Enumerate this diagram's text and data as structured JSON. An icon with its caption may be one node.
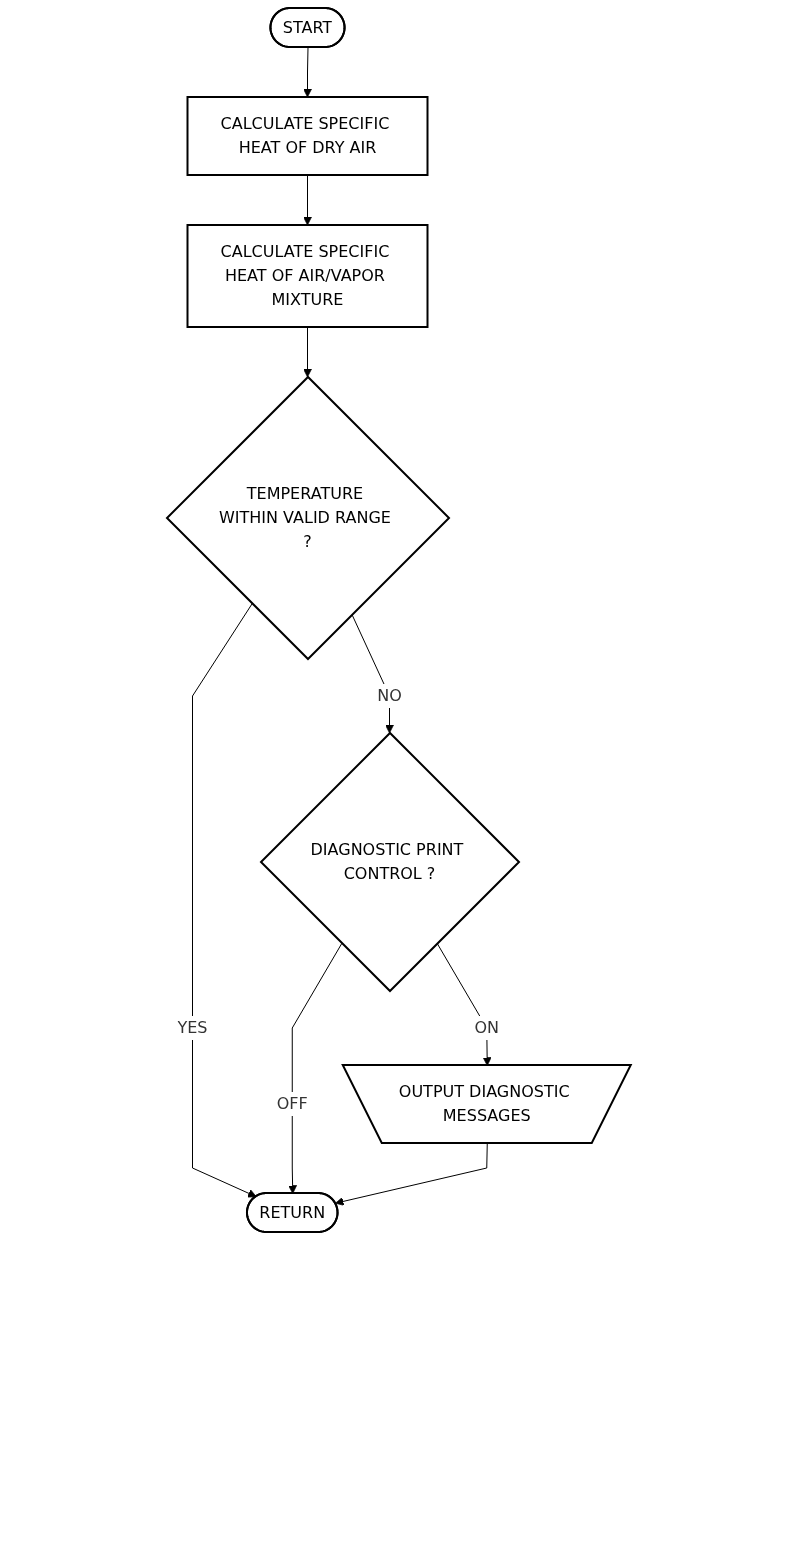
{
  "diagram": {
    "nodes": [
      {
        "text": [
          "START"
        ]
      },
      {
        "text": [
          "CALCULATE SPECIFIC HEAT OF DRY AIR"
        ]
      },
      {
        "text": [
          "CALCULATE SPECIFIC HEAT OF AIR/VAPOR MIXTURE"
        ]
      },
      {
        "text": [
          "TEMPERATURE WITHIN VALID RANGE ?"
        ]
      },
      {
        "text": [
          "DIAGNOSTIC PRINT CONTROL ?"
        ]
      },
      {
        "text": [
          "OUTPUT DIAGNOSTIC MESSAGES"
        ]
      },
      {
        "text": [
          "RETURN"
        ]
      }
    ],
    "edges": [
      {
        "from": 0,
        "to": 1,
        "arrow": "to"
      },
      {
        "from": 1,
        "to": 2,
        "arrow": "to"
      },
      {
        "from": 2,
        "to": 3,
        "arrow": "to"
      },
      {
        "from": 3,
        "to": 4,
        "arrow": "to",
        "label": "NO"
      },
      {
        "from": 3,
        "to": 6,
        "arrow": "to",
        "label": "YES"
      },
      {
        "from": 4,
        "to": 5,
        "arrow": "to",
        "label": "ON"
      },
      {
        "from": 4,
        "to": 6,
        "arrow": "to",
        "label": "OFF"
      },
      {
        "from": 5,
        "to": 6,
        "arrow": "to"
      }
    ]
  }
}
